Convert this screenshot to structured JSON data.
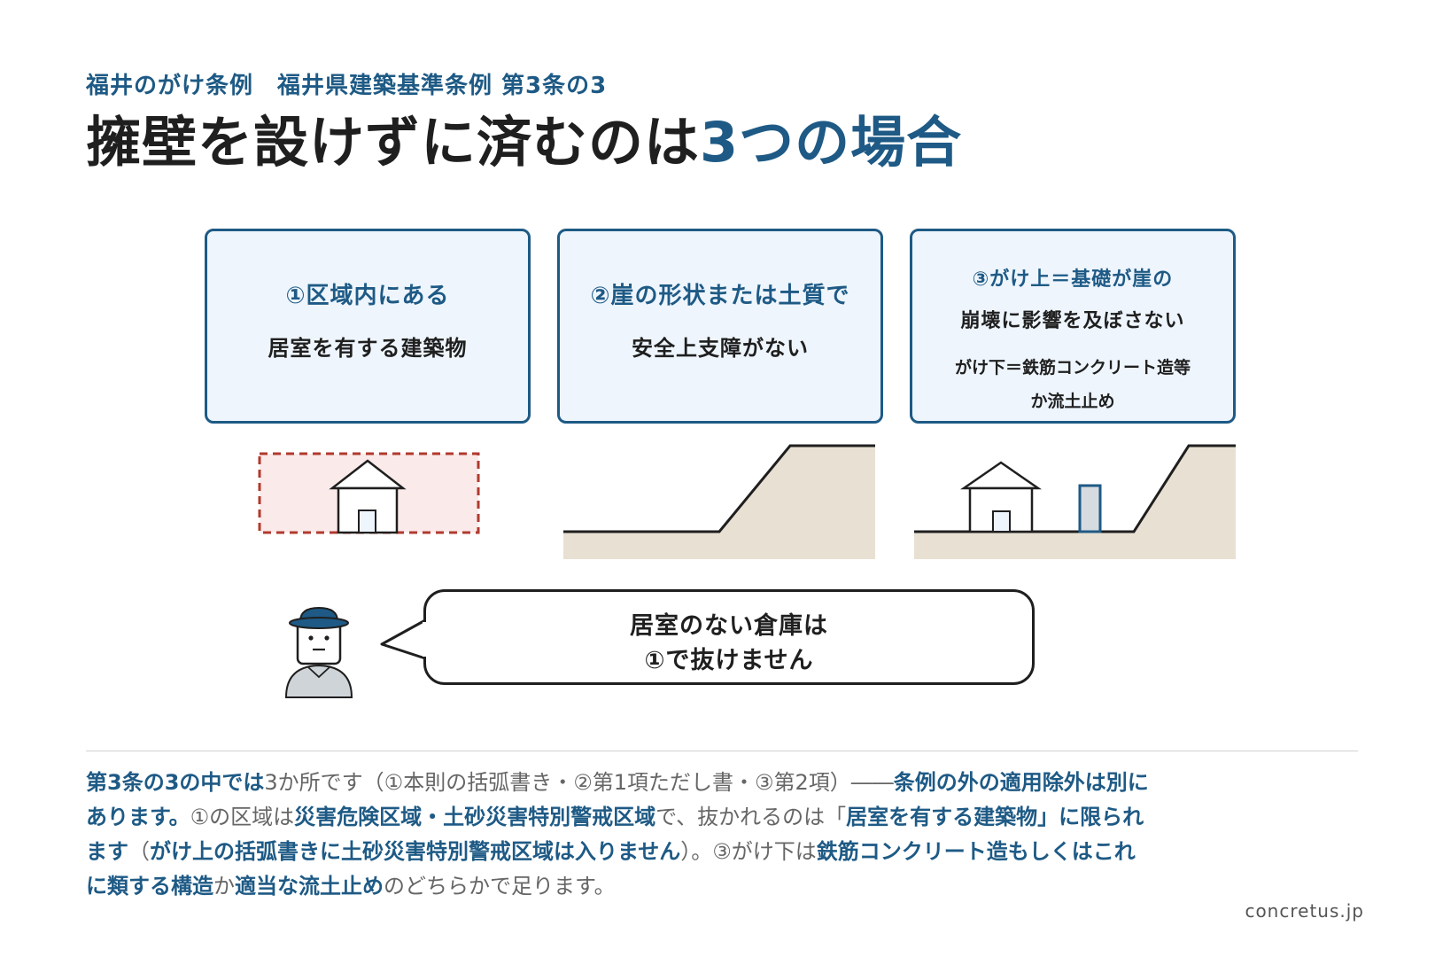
{
  "header": {
    "subtitle": "福井のがけ条例　福井県建築基準条例 第3条の3",
    "title_main": "擁壁を設けずに済むのは",
    "title_accent": "3つの場合"
  },
  "cards": [
    {
      "head": "①区域内にある",
      "body": "居室を有する建築物"
    },
    {
      "head": "②崖の形状または土質で",
      "body": "安全上支障がない"
    },
    {
      "head": "③がけ上＝基礎が崖の",
      "body": "崩壊に影響を及ぼさない",
      "small1": "がけ下＝鉄筋コンクリート造等",
      "small2": "か流土止め"
    }
  ],
  "bubble": {
    "line1": "居室のない倉庫は",
    "line2": "①で抜けません"
  },
  "paragraph": {
    "p1": "第3条の3の中では",
    "p2": "3か所です（①本則の括弧書き・②第1項ただし書・③第2項）――",
    "p3": "条例の外の適用除外は別にあります。",
    "p4": "①の区域は",
    "p5": "災害危険区域・土砂災害特別警戒区域",
    "p6": "で、抜かれるのは「",
    "p7": "居室を有する建築物」に限られます",
    "p8": "（",
    "p9": "がけ上の括弧書きに土砂災害特別警戒区域は入りません",
    "p10": "）。③がけ下は",
    "p11": "鉄筋コンクリート造もしくはこれに類する構造",
    "p12": "か",
    "p13": "適当な流土止め",
    "p14": "のどちらかで足ります。"
  },
  "credit": "concretus.jp",
  "colors": {
    "accent": "#1e5a85",
    "card_bg": "#eef5fd",
    "ground": "#e8e0d2",
    "zone_border": "#b03a2e",
    "zone_fill": "#fbeaea",
    "retaining_wall": "#d6dbe0"
  }
}
